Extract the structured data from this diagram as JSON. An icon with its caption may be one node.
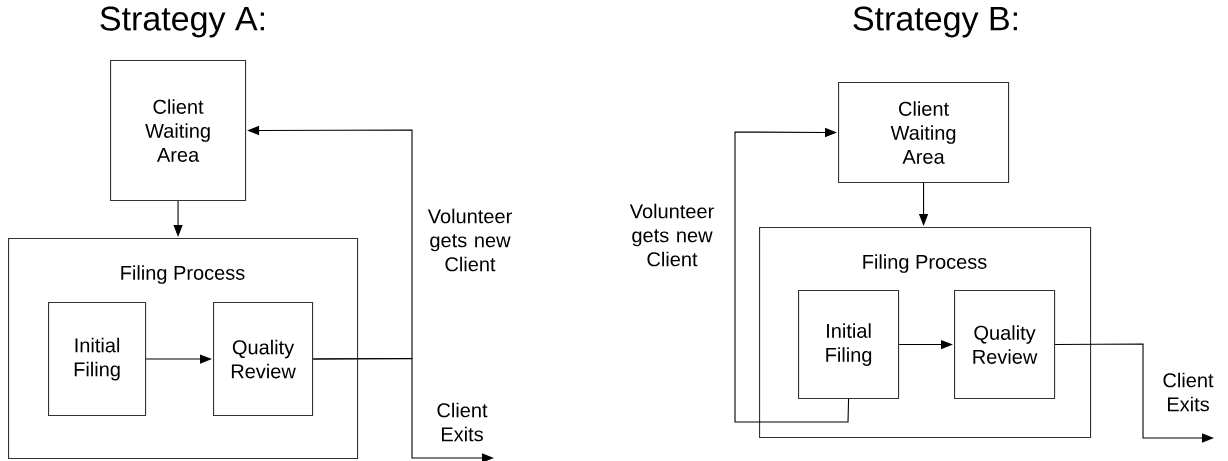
{
  "diagram": {
    "nodes": [
      {
        "text": [
          "Client Waiting Area"
        ]
      },
      {
        "text": [
          "Filing Process"
        ]
      },
      {
        "text": [
          "Initial Filing"
        ],
        "in": 1
      },
      {
        "text": [
          "Quality Review"
        ],
        "in": 1
      },
      {
        "text": [
          "Client Waiting Area"
        ]
      },
      {
        "text": [
          "Filing Process"
        ]
      },
      {
        "text": [
          "Initial Filing"
        ],
        "in": 5
      },
      {
        "text": [
          "Quality Review"
        ],
        "in": 5
      }
    ],
    "edges": [
      {
        "from": 0,
        "to": 1,
        "arrow": "to"
      },
      {
        "from": 2,
        "to": 3,
        "arrow": "to"
      },
      {
        "from": 3,
        "to": 0,
        "arrow": "to",
        "label": "Volunteer gets new Client"
      },
      {
        "from": 3,
        "to": null,
        "arrow": "to",
        "label": "Client Exits"
      },
      {
        "from": 4,
        "to": 5,
        "arrow": "to"
      },
      {
        "from": 6,
        "to": 7,
        "arrow": "to"
      },
      {
        "from": 6,
        "to": 4,
        "arrow": "to",
        "label": "Volunteer gets new Client"
      },
      {
        "from": 7,
        "to": null,
        "arrow": "to",
        "label": "Client Exits"
      }
    ],
    "labels": [
      "Strategy A:",
      "Strategy B:"
    ]
  }
}
